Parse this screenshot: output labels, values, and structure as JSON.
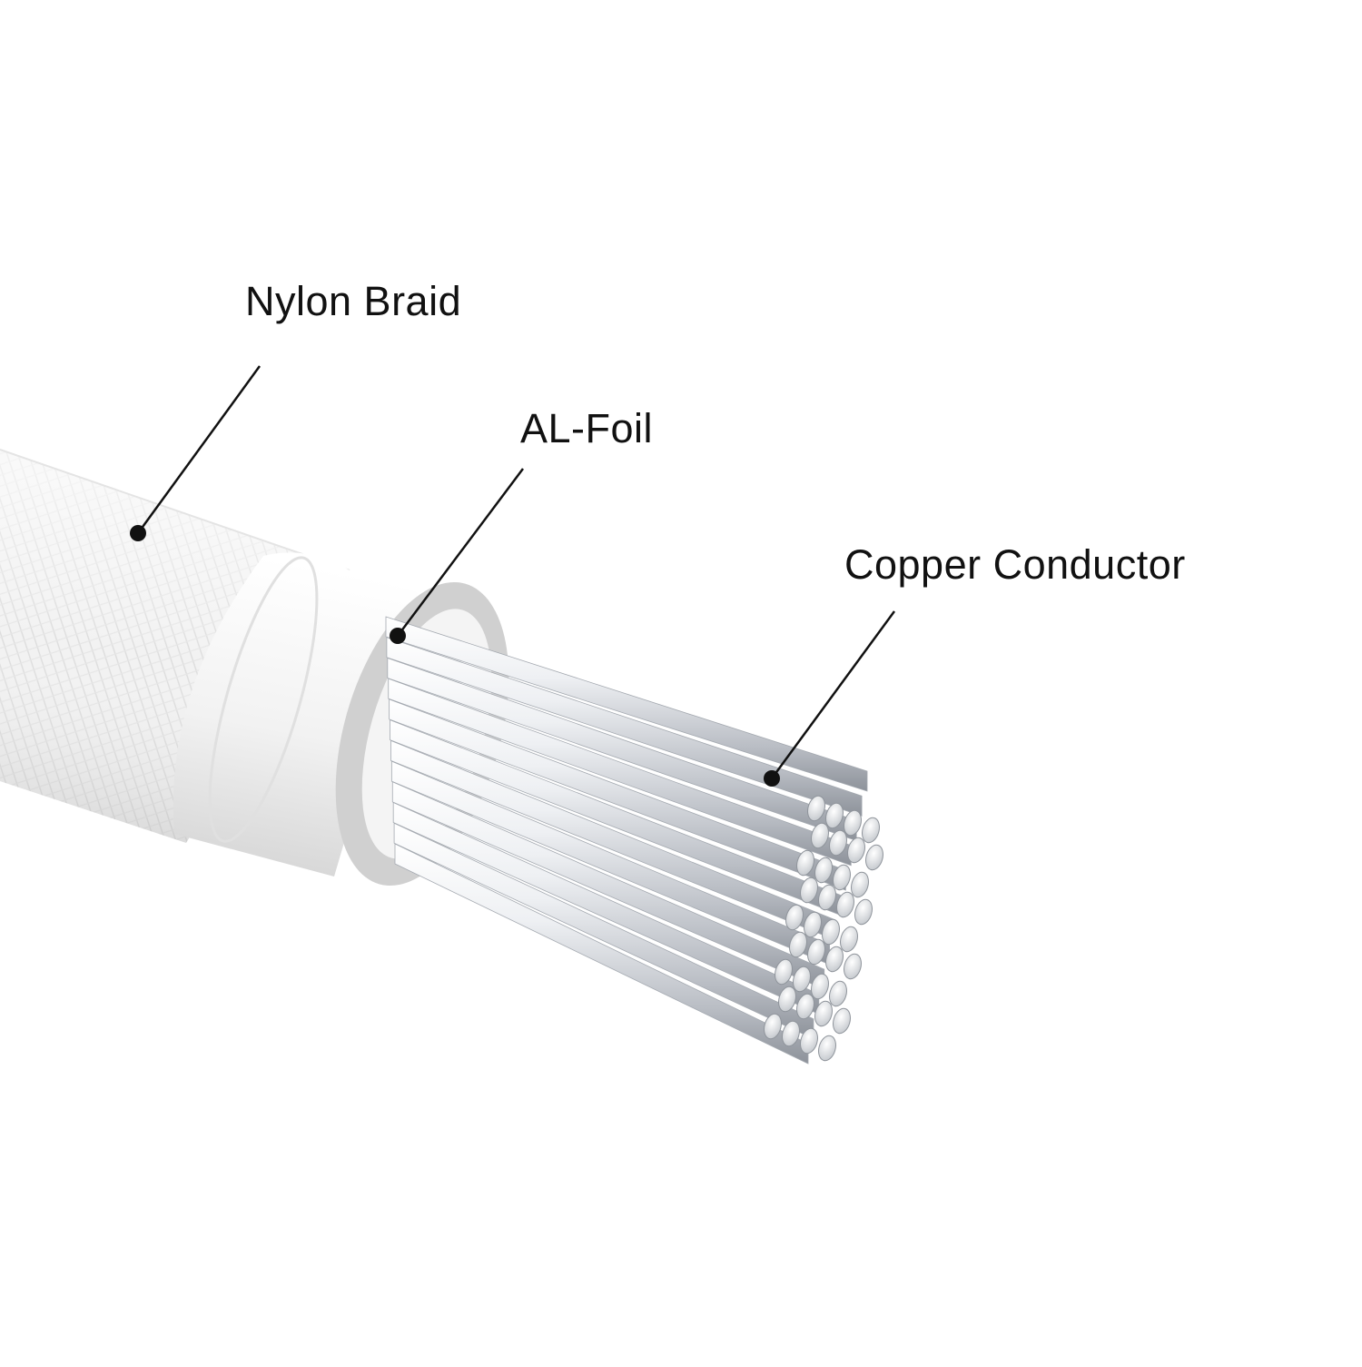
{
  "labels": {
    "nylon_braid": "Nylon Braid",
    "al_foil": "AL-Foil",
    "copper_conductor": "Copper Conductor"
  },
  "colors": {
    "background": "#ffffff",
    "text": "#111111",
    "leader": "#111111",
    "braid": "#f1f1f1",
    "braid_shadow": "#d6d6d6",
    "foil": "#eeeeee",
    "foil_ring": "#c9c9c9",
    "strand_light": "#f7f8fa",
    "strand_dark": "#9ea3ab"
  }
}
